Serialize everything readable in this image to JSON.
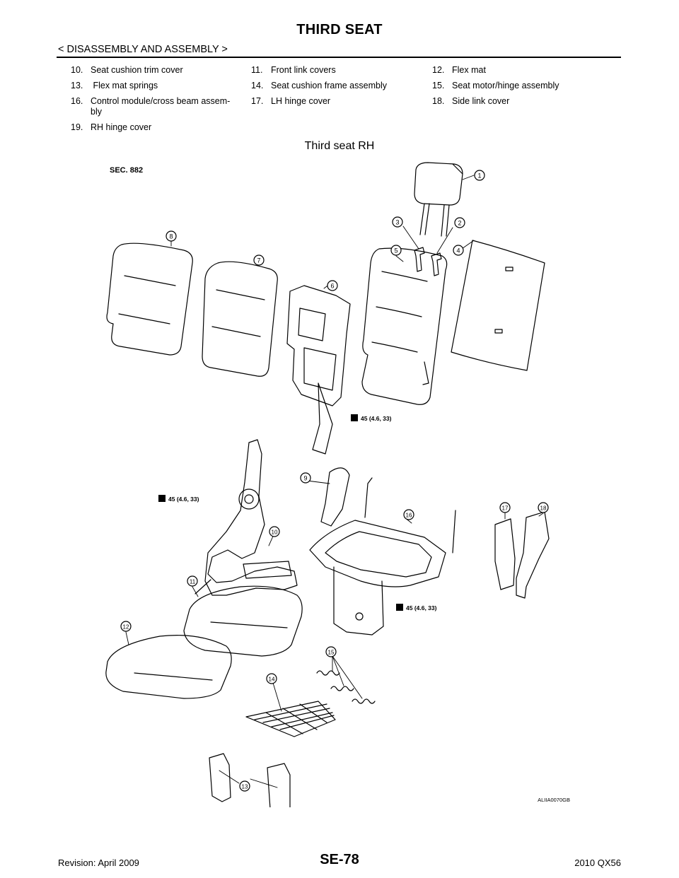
{
  "header": {
    "title": "THIRD SEAT",
    "section": "< DISASSEMBLY AND ASSEMBLY >"
  },
  "legend": {
    "rows": [
      [
        {
          "num": "10.",
          "label": "Seat cushion trim cover"
        },
        {
          "num": "11.",
          "label": "Front link covers"
        },
        {
          "num": "12.",
          "label": "Flex mat"
        }
      ],
      [
        {
          "num": "13.",
          "label": " Flex mat springs"
        },
        {
          "num": "14.",
          "label": "Seat cushion frame assembly"
        },
        {
          "num": "15.",
          "label": "Seat motor/hinge assembly"
        }
      ],
      [
        {
          "num": "16.",
          "label": "Control module/cross beam assem-bly"
        },
        {
          "num": "17.",
          "label": "LH hinge cover"
        },
        {
          "num": "18.",
          "label": "Side link cover"
        }
      ],
      [
        {
          "num": "19.",
          "label": "RH hinge cover"
        }
      ]
    ]
  },
  "figure": {
    "title": "Third seat RH",
    "section_code": "SEC. 882",
    "torque_label": "45 (4.6, 33)",
    "image_code": "ALIIA0070GB",
    "callouts": [
      "1",
      "2",
      "3",
      "4",
      "5",
      "6",
      "7",
      "8",
      "9",
      "10",
      "11",
      "12",
      "13",
      "14",
      "15",
      "16",
      "17",
      "18"
    ]
  },
  "footer": {
    "revision": "Revision: April 2009",
    "page_number": "SE-78",
    "model": "2010 QX56"
  }
}
